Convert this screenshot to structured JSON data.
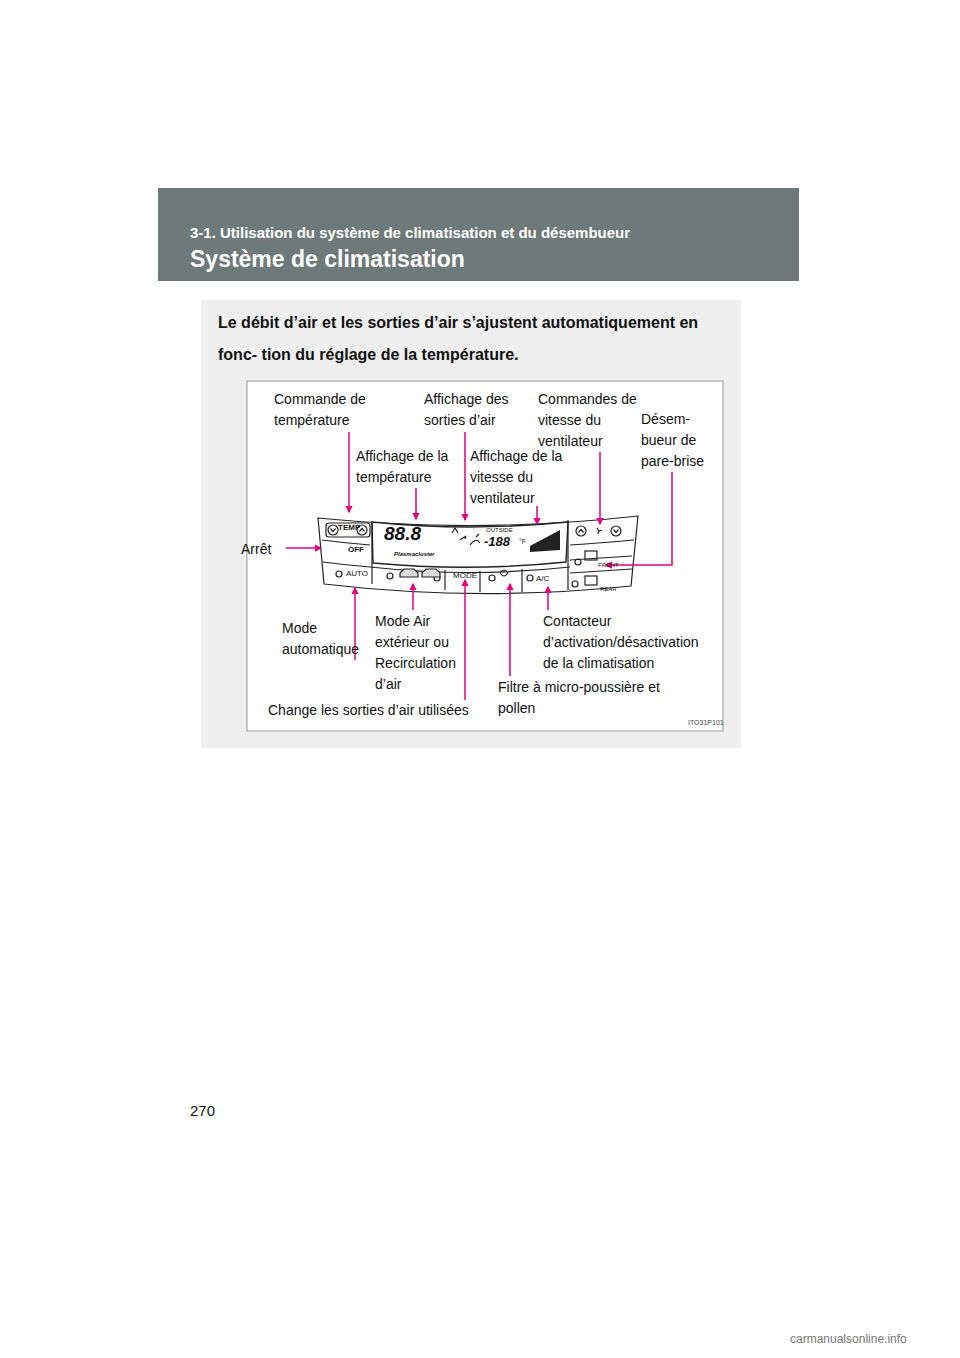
{
  "diagram": {
    "title": "Système de climatisation",
    "labels": [
      "3-1. Utilisation du système de climatisation et du désembueur",
      "Le débit d’air et les sorties d’air s’ajustent automatiquement en fonc- tion du réglage de la température.",
      "Commande de température",
      "Affichage des sorties d’air",
      "Commandes de vitesse du ventilateur",
      "Désem- bueur de pare-brise",
      "Affichage de la température",
      "Affichage de la vitesse du ventilateur",
      "Arrêt",
      "Mode automatique",
      "Mode Air extérieur ou Recirculation d’air",
      "Contacteur d’activation/désactivation de la climatisation",
      "Change les sorties d’air utilisées",
      "Filtre à micro-poussière et pollen",
      "ITO31P101",
      "TEMP",
      "OFF",
      "AUTO",
      "88.8",
      "Plasmacluster",
      "OUTSIDE",
      "-188",
      "°F",
      "MODE",
      "A/C",
      "FRONT",
      "REAR",
      "270",
      "carmanualsonline.info"
    ]
  }
}
